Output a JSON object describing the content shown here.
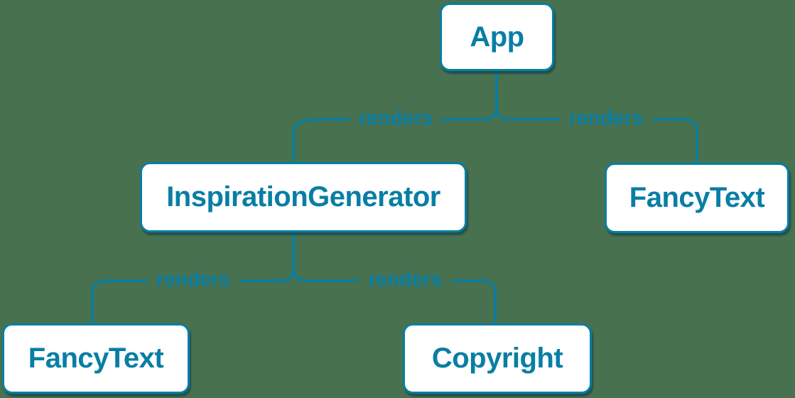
{
  "diagram": {
    "type": "component-render-tree",
    "colors": {
      "background": "#48714F",
      "accent": "#087EA4",
      "node_fill": "#FFFFFF"
    },
    "nodes": [
      {
        "id": "app",
        "label": "App"
      },
      {
        "id": "inspiration-generator",
        "label": "InspirationGenerator"
      },
      {
        "id": "fancy-text-right",
        "label": "FancyText"
      },
      {
        "id": "fancy-text-left",
        "label": "FancyText"
      },
      {
        "id": "copyright",
        "label": "Copyright"
      }
    ],
    "edges": [
      {
        "from": "App",
        "to": "InspirationGenerator",
        "label": "renders"
      },
      {
        "from": "App",
        "to": "FancyText",
        "label": "renders"
      },
      {
        "from": "InspirationGenerator",
        "to": "FancyText",
        "label": "renders"
      },
      {
        "from": "InspirationGenerator",
        "to": "Copyright",
        "label": "renders"
      }
    ]
  }
}
